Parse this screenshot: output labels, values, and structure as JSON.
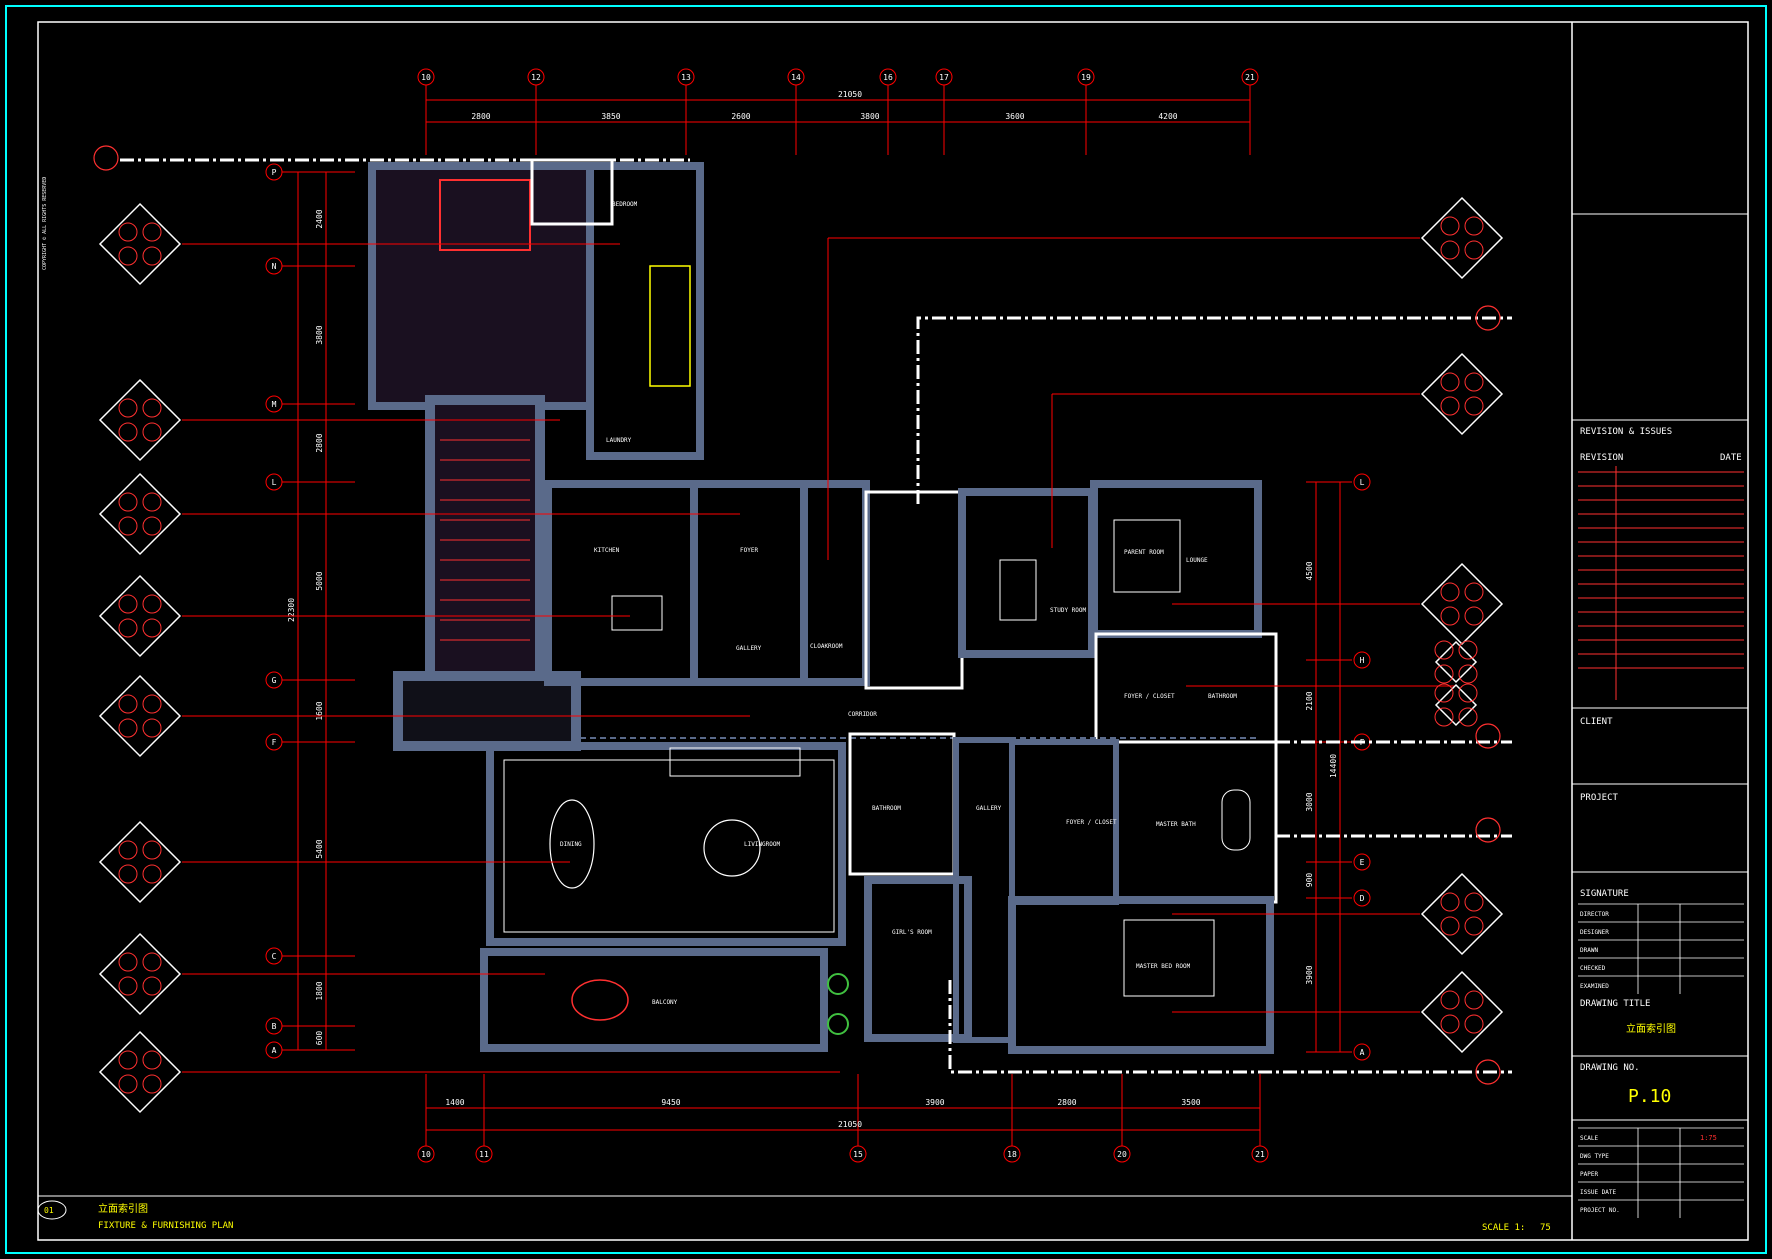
{
  "grid_top": [
    "10",
    "12",
    "13",
    "14",
    "16",
    "17",
    "19",
    "21"
  ],
  "grid_bottom": [
    "10",
    "11",
    "15",
    "18",
    "20",
    "21"
  ],
  "grid_rows_left": [
    "P",
    "N",
    "M",
    "L",
    "G",
    "F",
    "C",
    "B",
    "A"
  ],
  "grid_rows_right": [
    "L",
    "H",
    "F",
    "E",
    "D",
    "A"
  ],
  "dims_top": [
    "2800",
    "3850",
    "2600",
    "3800",
    "3600",
    "4200"
  ],
  "dim_top_total": "21050",
  "dims_bottom": [
    "1400",
    "9450",
    "3900",
    "2800",
    "3500"
  ],
  "dim_bottom_total": "21050",
  "dims_left": [
    "2400",
    "3800",
    "2800",
    "5000",
    "1600",
    "5400",
    "1800",
    "600"
  ],
  "dim_left_total": "22300",
  "dims_right": [
    "4500",
    "2100",
    "3000",
    "900",
    "3900"
  ],
  "dim_right_total": "14400",
  "rooms": {
    "bedroom": "BEDROOM",
    "laundry": "LAUNDRY",
    "kitchen": "KITCHEN",
    "foyer": "FOYER",
    "gallery1": "GALLERY",
    "cloakroom": "CLOAKROOM",
    "study": "STUDY ROOM",
    "parent_room": "PARENT ROOM",
    "lounge": "LOUNGE",
    "foyer_closet1": "FOYER / CLOSET",
    "bathroom": "BATHROOM",
    "corridor": "CORRIDOR",
    "dining": "DINING",
    "living": "LIVINGROOM",
    "bathroom2": "BATHROOM",
    "gallery2": "GALLERY",
    "foyer_closet2": "FOYER / CLOSET",
    "master_bath": "MASTER BATH",
    "girls_room": "GIRL'S ROOM",
    "master_bed": "MASTER BED ROOM",
    "balcony": "BALCONY"
  },
  "title_block": {
    "revision_label": "REVISION & ISSUES",
    "revision_col": "REVISION",
    "date_col": "DATE",
    "client_label": "CLIENT",
    "project_label": "PROJECT",
    "signature_label": "SIGNATURE",
    "sig_rows": [
      "DIRECTOR",
      "DESIGNER",
      "DRAWN",
      "CHECKED",
      "EXAMINED"
    ],
    "drawing_title_label": "DRAWING TITLE",
    "drawing_title_value": "立面索引图",
    "drawing_no_label": "DRAWING NO.",
    "drawing_no": "P.10",
    "meta_rows": [
      "SCALE",
      "DWG TYPE",
      "PAPER",
      "ISSUE DATE",
      "PROJECT NO."
    ],
    "scale_value": "1:75"
  },
  "footer": {
    "sheet_no": "01",
    "title_cn": "立面索引图",
    "title_en": "FIXTURE & FURNISHING PLAN",
    "scale_label": "SCALE 1:",
    "scale_value": "75"
  },
  "colors": {
    "background": "#000000",
    "wall": "#5a6a8a",
    "grid_line": "#ff0000",
    "border": "#ffffff",
    "frame": "#00ffff",
    "yellow": "#ffff00",
    "blue": "#2040ff"
  }
}
